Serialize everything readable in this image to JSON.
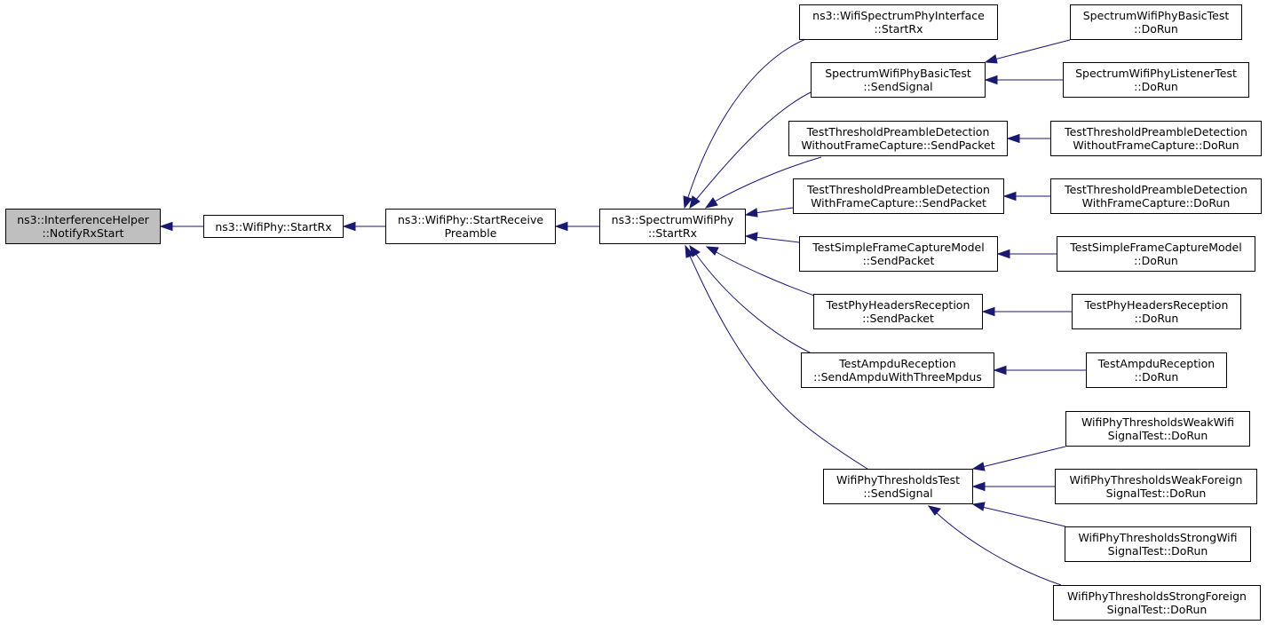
{
  "colors": {
    "edge": "#191970",
    "root_fill": "#bfbfbf",
    "node_fill": "#ffffff",
    "node_border": "#000000"
  },
  "nodes": {
    "notify": {
      "line1": "ns3::InterferenceHelper",
      "line2": "::NotifyRxStart"
    },
    "wifiphy_startrx": {
      "line1": "ns3::WifiPhy::StartRx"
    },
    "startreceive": {
      "line1": "ns3::WifiPhy::StartReceive",
      "line2": "Preamble"
    },
    "spectrum_startrx": {
      "line1": "ns3::SpectrumWifiPhy",
      "line2": "::StartRx"
    },
    "spec_iface": {
      "line1": "ns3::WifiSpectrumPhyInterface",
      "line2": "::StartRx"
    },
    "basic_send": {
      "line1": "SpectrumWifiPhyBasicTest",
      "line2": "::SendSignal"
    },
    "pd_without": {
      "line1": "TestThresholdPreambleDetection",
      "line2": "WithoutFrameCapture::SendPacket"
    },
    "pd_with": {
      "line1": "TestThresholdPreambleDetection",
      "line2": "WithFrameCapture::SendPacket"
    },
    "sfc_send": {
      "line1": "TestSimpleFrameCaptureModel",
      "line2": "::SendPacket"
    },
    "phr_send": {
      "line1": "TestPhyHeadersReception",
      "line2": "::SendPacket"
    },
    "ampdu_send": {
      "line1": "TestAmpduReception",
      "line2": "::SendAmpduWithThreeMpdus"
    },
    "thr_send": {
      "line1": "WifiPhyThresholdsTest",
      "line2": "::SendSignal"
    },
    "basic_run": {
      "line1": "SpectrumWifiPhyBasicTest",
      "line2": "::DoRun"
    },
    "listener_run": {
      "line1": "SpectrumWifiPhyListenerTest",
      "line2": "::DoRun"
    },
    "pd_without_run": {
      "line1": "TestThresholdPreambleDetection",
      "line2": "WithoutFrameCapture::DoRun"
    },
    "pd_with_run": {
      "line1": "TestThresholdPreambleDetection",
      "line2": "WithFrameCapture::DoRun"
    },
    "sfc_run": {
      "line1": "TestSimpleFrameCaptureModel",
      "line2": "::DoRun"
    },
    "phr_run": {
      "line1": "TestPhyHeadersReception",
      "line2": "::DoRun"
    },
    "ampdu_run": {
      "line1": "TestAmpduReception",
      "line2": "::DoRun"
    },
    "weakwifi_run": {
      "line1": "WifiPhyThresholdsWeakWifi",
      "line2": "SignalTest::DoRun"
    },
    "weakforeign_run": {
      "line1": "WifiPhyThresholdsWeakForeign",
      "line2": "SignalTest::DoRun"
    },
    "strongwifi_run": {
      "line1": "WifiPhyThresholdsStrongWifi",
      "line2": "SignalTest::DoRun"
    },
    "strongforeign_run": {
      "line1": "WifiPhyThresholdsStrongForeign",
      "line2": "SignalTest::DoRun"
    }
  },
  "edges": [
    [
      "wifiphy_startrx",
      "notify"
    ],
    [
      "startreceive",
      "wifiphy_startrx"
    ],
    [
      "spectrum_startrx",
      "startreceive"
    ],
    [
      "spec_iface",
      "spectrum_startrx"
    ],
    [
      "basic_send",
      "spectrum_startrx"
    ],
    [
      "pd_without",
      "spectrum_startrx"
    ],
    [
      "pd_with",
      "spectrum_startrx"
    ],
    [
      "sfc_send",
      "spectrum_startrx"
    ],
    [
      "phr_send",
      "spectrum_startrx"
    ],
    [
      "ampdu_send",
      "spectrum_startrx"
    ],
    [
      "thr_send",
      "spectrum_startrx"
    ],
    [
      "basic_run",
      "basic_send"
    ],
    [
      "listener_run",
      "basic_send"
    ],
    [
      "pd_without_run",
      "pd_without"
    ],
    [
      "pd_with_run",
      "pd_with"
    ],
    [
      "sfc_run",
      "sfc_send"
    ],
    [
      "phr_run",
      "phr_send"
    ],
    [
      "ampdu_run",
      "ampdu_send"
    ],
    [
      "weakwifi_run",
      "thr_send"
    ],
    [
      "weakforeign_run",
      "thr_send"
    ],
    [
      "strongwifi_run",
      "thr_send"
    ],
    [
      "strongforeign_run",
      "thr_send"
    ]
  ]
}
